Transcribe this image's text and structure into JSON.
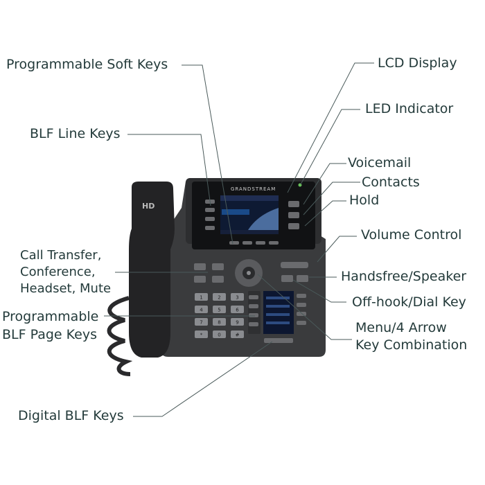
{
  "labels": {
    "soft_keys": "Programmable Soft Keys",
    "lcd": "LCD Display",
    "led": "LED Indicator",
    "blf_line": "BLF Line Keys",
    "voicemail": "Voicemail",
    "contacts": "Contacts",
    "hold": "Hold",
    "volume": "Volume Control",
    "transfer_1": "Call Transfer,",
    "transfer_2": "Conference,",
    "transfer_3": "Headset, Mute",
    "handsfree": "Handsfree/Speaker",
    "offhook": "Off-hook/Dial Key",
    "page_keys_1": "Programmable",
    "page_keys_2": "BLF Page Keys",
    "menu_1": "Menu/4 Arrow",
    "menu_2": "Key Combination",
    "digital_blf": "Digital BLF Keys"
  },
  "phone": {
    "brand": "GRANDSTREAM",
    "handset_mark": "HD",
    "keypad": [
      "1",
      "2",
      "3",
      "4",
      "5",
      "6",
      "7",
      "8",
      "9",
      "*",
      "0",
      "#"
    ]
  },
  "colors": {
    "label_text": "#233a3a",
    "leader_line": "#4a5a5a",
    "phone_body": "#3a3b3d",
    "screen_bg": "#0e1a33"
  }
}
